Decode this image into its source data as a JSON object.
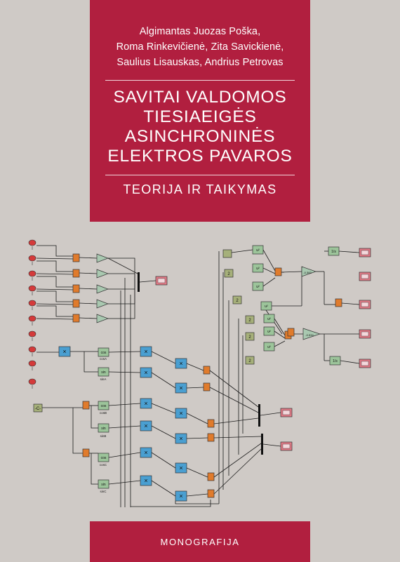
{
  "cover": {
    "authors": [
      "Algimantas Juozas Poška,",
      "Roma Rinkevičienė, Zita Savickienė,",
      "Saulius Lisauskas, Andrius Petrovas"
    ],
    "title_lines": [
      "SAVITAI VALDOMOS",
      "TIESIAEIGĖS",
      "ASINCHRONINĖS",
      "ELEKTROS PAVAROS"
    ],
    "subtitle": "TEORIJA IR TAIKYMAS",
    "bottom_label": "MONOGRAFIJA"
  },
  "diagram": {
    "colors": {
      "panel": "#b11f3f",
      "background": "#cfcac6",
      "source_block": "#d43a3a",
      "mux_block": "#e07b2c",
      "gain_block": "#a9c8b0",
      "product_block": "#4a9fd1",
      "function_block": "#9cc49a",
      "constant_block": "#a6b07a",
      "scope_block": "#e07a86",
      "line": "#1a1a1a"
    },
    "labels": {
      "cosA": "cosA",
      "sinA": "sinA",
      "cosB": "cosB",
      "sinB": "sinB",
      "cosC": "cosC",
      "sinC": "sinC",
      "const_2a": "2",
      "const_2b": "2",
      "const_2c": "2",
      "gain_a": "-0.392",
      "gain_b": "-0.534"
    }
  }
}
